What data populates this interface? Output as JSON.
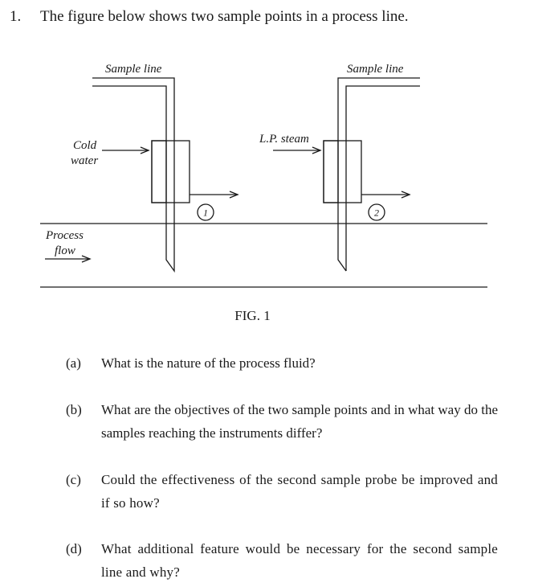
{
  "question": {
    "number": "1.",
    "intro": "The figure below shows two sample points in a process line."
  },
  "figure": {
    "labels": {
      "sample_line_left": "Sample line",
      "sample_line_right": "Sample line",
      "cold": "Cold",
      "water": "water",
      "lp_steam": "L.P. steam",
      "process": "Process",
      "flow": "flow",
      "point_1": "1",
      "point_2": "2"
    },
    "caption": "FIG. 1"
  },
  "parts": [
    {
      "label": "(a)",
      "text": "What is the nature of the process fluid?"
    },
    {
      "label": "(b)",
      "text": "What are the objectives of the two sample points and in what way do the samples reaching the instruments differ?"
    },
    {
      "label": "(c)",
      "text": "Could the effectiveness of the second sample probe be improved and if so how?"
    },
    {
      "label": "(d)",
      "text": "What additional feature would be necessary for the second sample line and why?"
    }
  ]
}
